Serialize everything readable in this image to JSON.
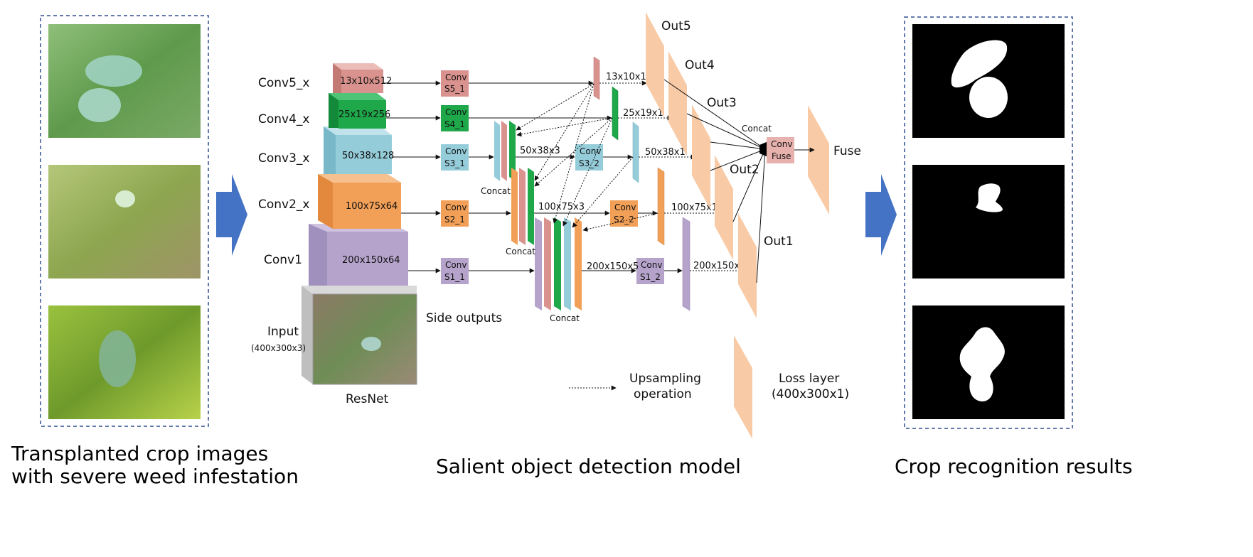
{
  "input_panel": {
    "caption_line1": "Transplanted crop images",
    "caption_line2": "with severe weed infestation"
  },
  "model": {
    "caption": "Salient object detection model",
    "backbone_label": "ResNet",
    "input_label": "Input",
    "input_size": "(400x300x3)",
    "side_outputs_label": "Side outputs",
    "stages": [
      {
        "name": "Conv5_x",
        "size": "13x10x512",
        "color": "#d9928d"
      },
      {
        "name": "Conv4_x",
        "size": "25x19x256",
        "color": "#1ea84a"
      },
      {
        "name": "Conv3_x",
        "size": "50x38x128",
        "color": "#95ccd9"
      },
      {
        "name": "Conv2_x",
        "size": "100x75x64",
        "color": "#f2a057"
      },
      {
        "name": "Conv1",
        "size": "200x150x64",
        "color": "#b5a3cb"
      }
    ],
    "side_convs": [
      {
        "line1": "Conv",
        "line2": "S5_1"
      },
      {
        "line1": "Conv",
        "line2": "S4_1"
      },
      {
        "line1": "Conv",
        "line2": "S3_1"
      },
      {
        "line1": "Conv",
        "line2": "S2_1"
      },
      {
        "line1": "Conv",
        "line2": "S1_1"
      }
    ],
    "second_convs": [
      {
        "line1": "Conv",
        "line2": "S3_2"
      },
      {
        "line1": "Conv",
        "line2": "S2_2"
      },
      {
        "line1": "Conv",
        "line2": "S1_2"
      }
    ],
    "feature_sizes": [
      "13x10x1",
      "25x19x1",
      "50x38x3",
      "50x38x1",
      "100x75x3",
      "100x75x1",
      "200x150x5",
      "200x150x1"
    ],
    "concat_label": "Concat",
    "outputs": [
      "Out5",
      "Out4",
      "Out3",
      "Out2",
      "Out1"
    ],
    "fuse_conv": {
      "line1": "Conv",
      "line2": "Fuse"
    },
    "fuse_label": "Fuse",
    "legend": {
      "upsampling_line1": "Upsampling",
      "upsampling_line2": "operation",
      "loss_line1": "Loss layer",
      "loss_line2": "(400x300x1)"
    }
  },
  "results_panel": {
    "caption": "Crop recognition results"
  },
  "colors": {
    "arrow_blue": "#4472c4",
    "panel_border": "#2f4f8f",
    "loss_layer": "#f8cba6",
    "fuse_box": "#e7b1ae"
  }
}
